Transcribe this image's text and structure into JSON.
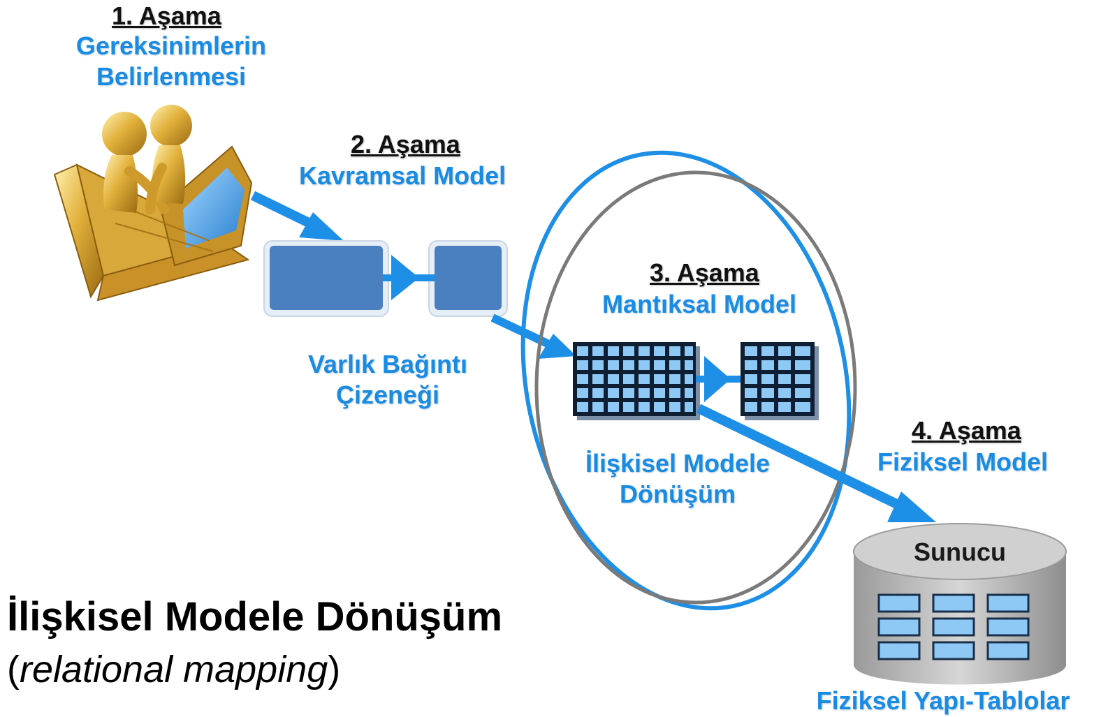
{
  "colors": {
    "arrow": "#1e8fe6",
    "entity_fill": "#4a7fc0",
    "table_cell": "#8ec8f5",
    "ellipse_blue": "#1e8fe6",
    "ellipse_gray": "#7a7a7a",
    "cylinder": "#b8b8b8"
  },
  "stage1": {
    "title": "1. Aşama",
    "line1": "Gereksinimlerin",
    "line2": "Belirlenmesi"
  },
  "stage2": {
    "title": "2. Aşama",
    "subtitle": "Kavramsal Model",
    "caption_line1": "Varlık Bağıntı",
    "caption_line2": "Çizeneği"
  },
  "stage3": {
    "title": "3. Aşama",
    "subtitle": "Mantıksal Model",
    "caption_line1": "İlişkisel Modele",
    "caption_line2": "Dönüşüm"
  },
  "stage4": {
    "title": "4. Aşama",
    "subtitle": "Fiziksel Model",
    "server_label": "Sunucu",
    "caption": "Fiziksel Yapı-Tablolar"
  },
  "heading": {
    "title": "İlişkisel Modele Dönüşüm",
    "open_paren": "(",
    "english": "relational mapping",
    "close_paren": ")"
  },
  "icons": [
    "people-laptops-icon",
    "entity-box-icon",
    "table-grid-icon",
    "database-server-icon"
  ]
}
